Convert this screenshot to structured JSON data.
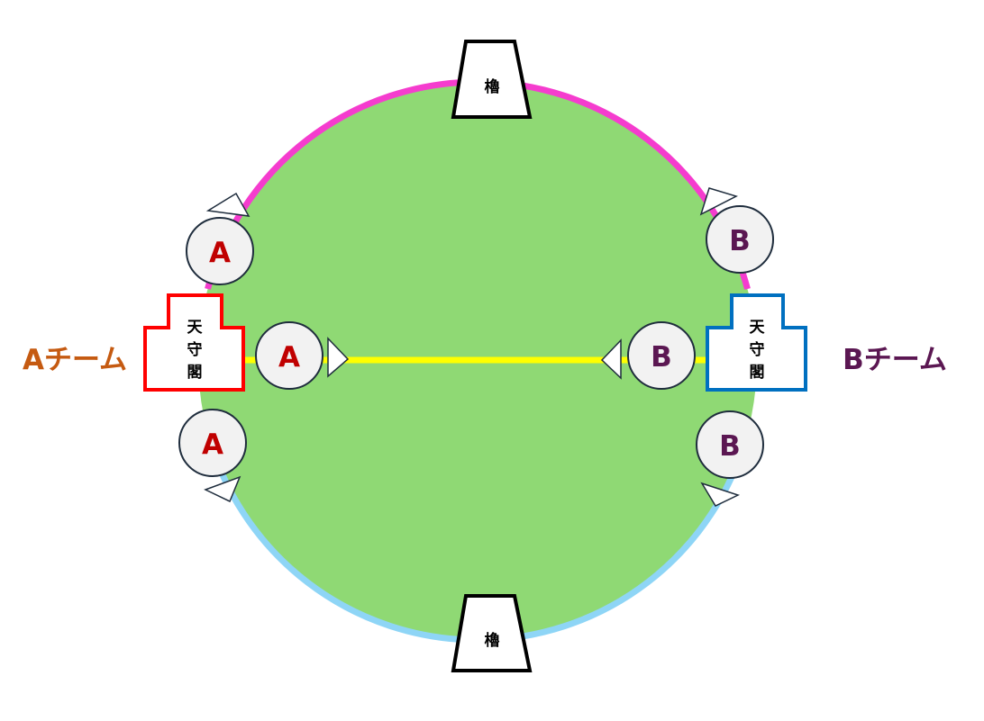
{
  "colors": {
    "field": "#8FD974",
    "arc_top": "#F53CCE",
    "arc_bottom": "#8ED5F6",
    "center_line": "#FFFF00",
    "team_a_text": "#C55A11",
    "team_a_token": "#C00000",
    "team_a_castle": "#FF0000",
    "team_b_text": "#5B1752",
    "team_b_token": "#5B1752",
    "team_b_castle": "#0070C0",
    "token_fill": "#F2F2F2",
    "outline": "#1F2D3D"
  },
  "teams": {
    "a": {
      "name": "Aチーム",
      "token": "A"
    },
    "b": {
      "name": "Bチーム",
      "token": "B"
    }
  },
  "castle": {
    "chars": [
      "天",
      "守",
      "閣"
    ]
  },
  "tower": {
    "label": "櫓"
  }
}
